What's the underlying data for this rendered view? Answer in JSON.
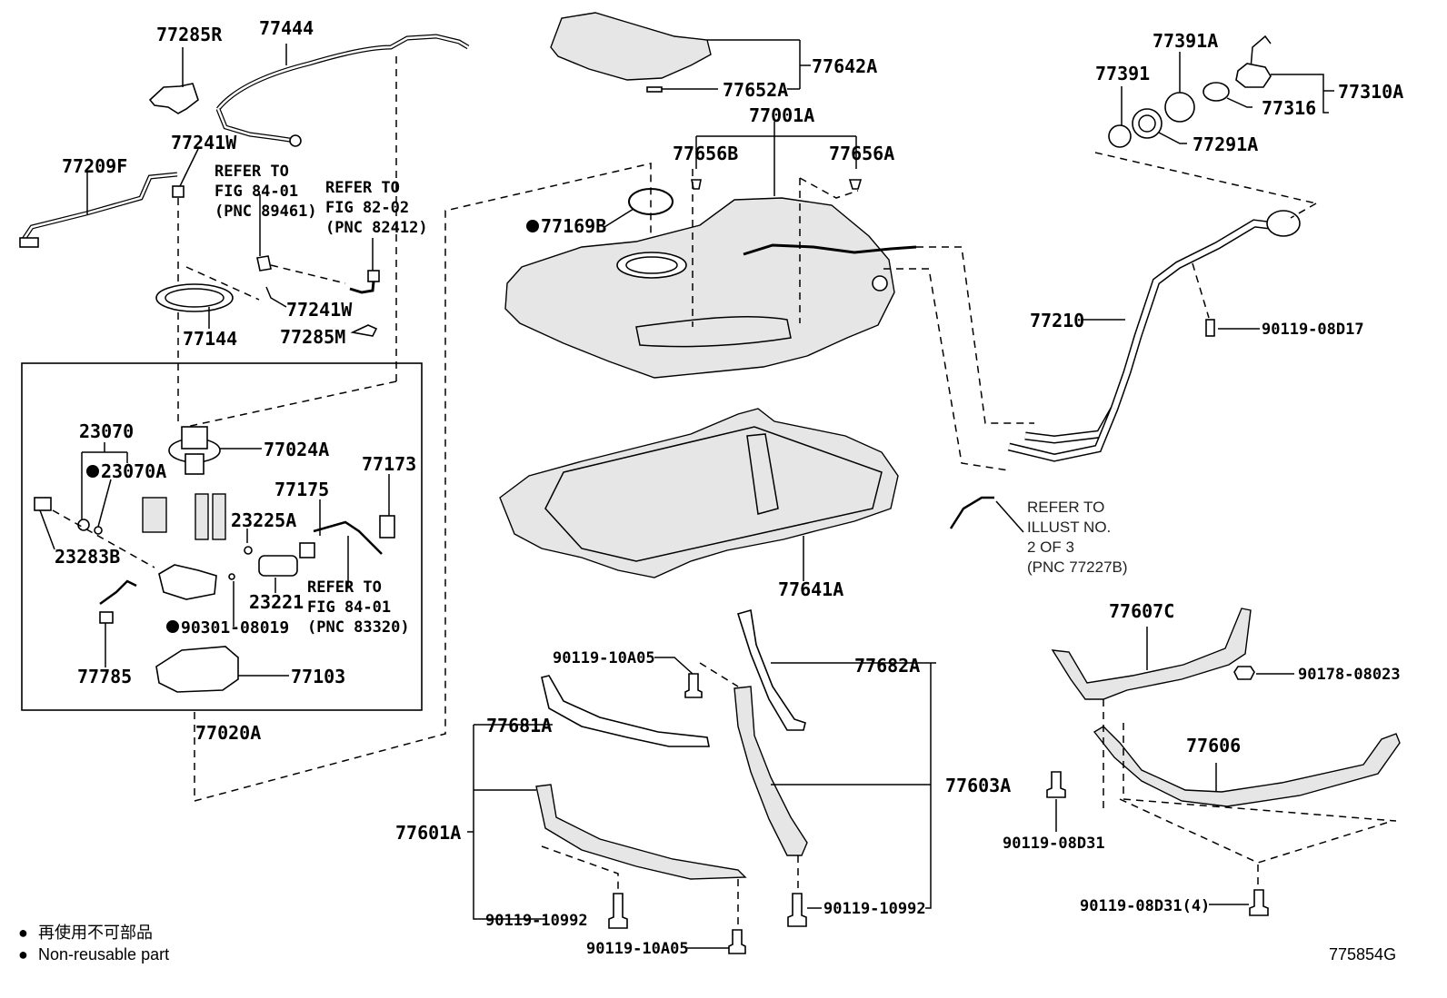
{
  "diagram_code": "775854G",
  "legend": {
    "symbol": "●",
    "jp": "再使用不可部品",
    "en": "Non-reusable part"
  },
  "labels": {
    "p77285R": "77285R",
    "p77444": "77444",
    "p77241W_a": "77241W",
    "p77209F": "77209F",
    "p77144": "77144",
    "p77241W_b": "77241W",
    "p77285M": "77285M",
    "p23070": "23070",
    "p23070A": "23070A",
    "p77024A": "77024A",
    "p77173": "77173",
    "p77175": "77175",
    "p23225A": "23225A",
    "p23283B": "23283B",
    "p23221": "23221",
    "p90301_08019": "90301-08019",
    "p77785": "77785",
    "p77103": "77103",
    "p77020A": "77020A",
    "p77642A": "77642A",
    "p77652A": "77652A",
    "p77001A": "77001A",
    "p77656B": "77656B",
    "p77656A": "77656A",
    "p77169B": "77169B",
    "p77641A": "77641A",
    "p77391A": "77391A",
    "p77391": "77391",
    "p77310A": "77310A",
    "p77316": "77316",
    "p77291A": "77291A",
    "p77210": "77210",
    "p90119_08D17": "90119-08D17",
    "p90119_10A05_a": "90119-10A05",
    "p77682A": "77682A",
    "p77681A": "77681A",
    "p77603A": "77603A",
    "p77601A": "77601A",
    "p90119_10992_a": "90119-10992",
    "p90119_10A05_b": "90119-10A05",
    "p90119_10992_b": "90119-10992",
    "p77607C": "77607C",
    "p90178_08023": "90178-08023",
    "p77606": "77606",
    "p90119_08D31": "90119-08D31",
    "p90119_08D31_4": "90119-08D31(4)"
  },
  "refs": {
    "fig8401_a": [
      "REFER TO",
      "FIG 84-01",
      "(PNC 89461)"
    ],
    "fig8202": [
      "REFER TO",
      "FIG 82-02",
      "(PNC 82412)"
    ],
    "fig8401_b": [
      "REFER TO",
      "FIG 84-01",
      "(PNC 83320)"
    ],
    "illust": [
      "REFER TO",
      "ILLUST NO.",
      "2 OF 3",
      "(PNC 77227B)"
    ]
  }
}
